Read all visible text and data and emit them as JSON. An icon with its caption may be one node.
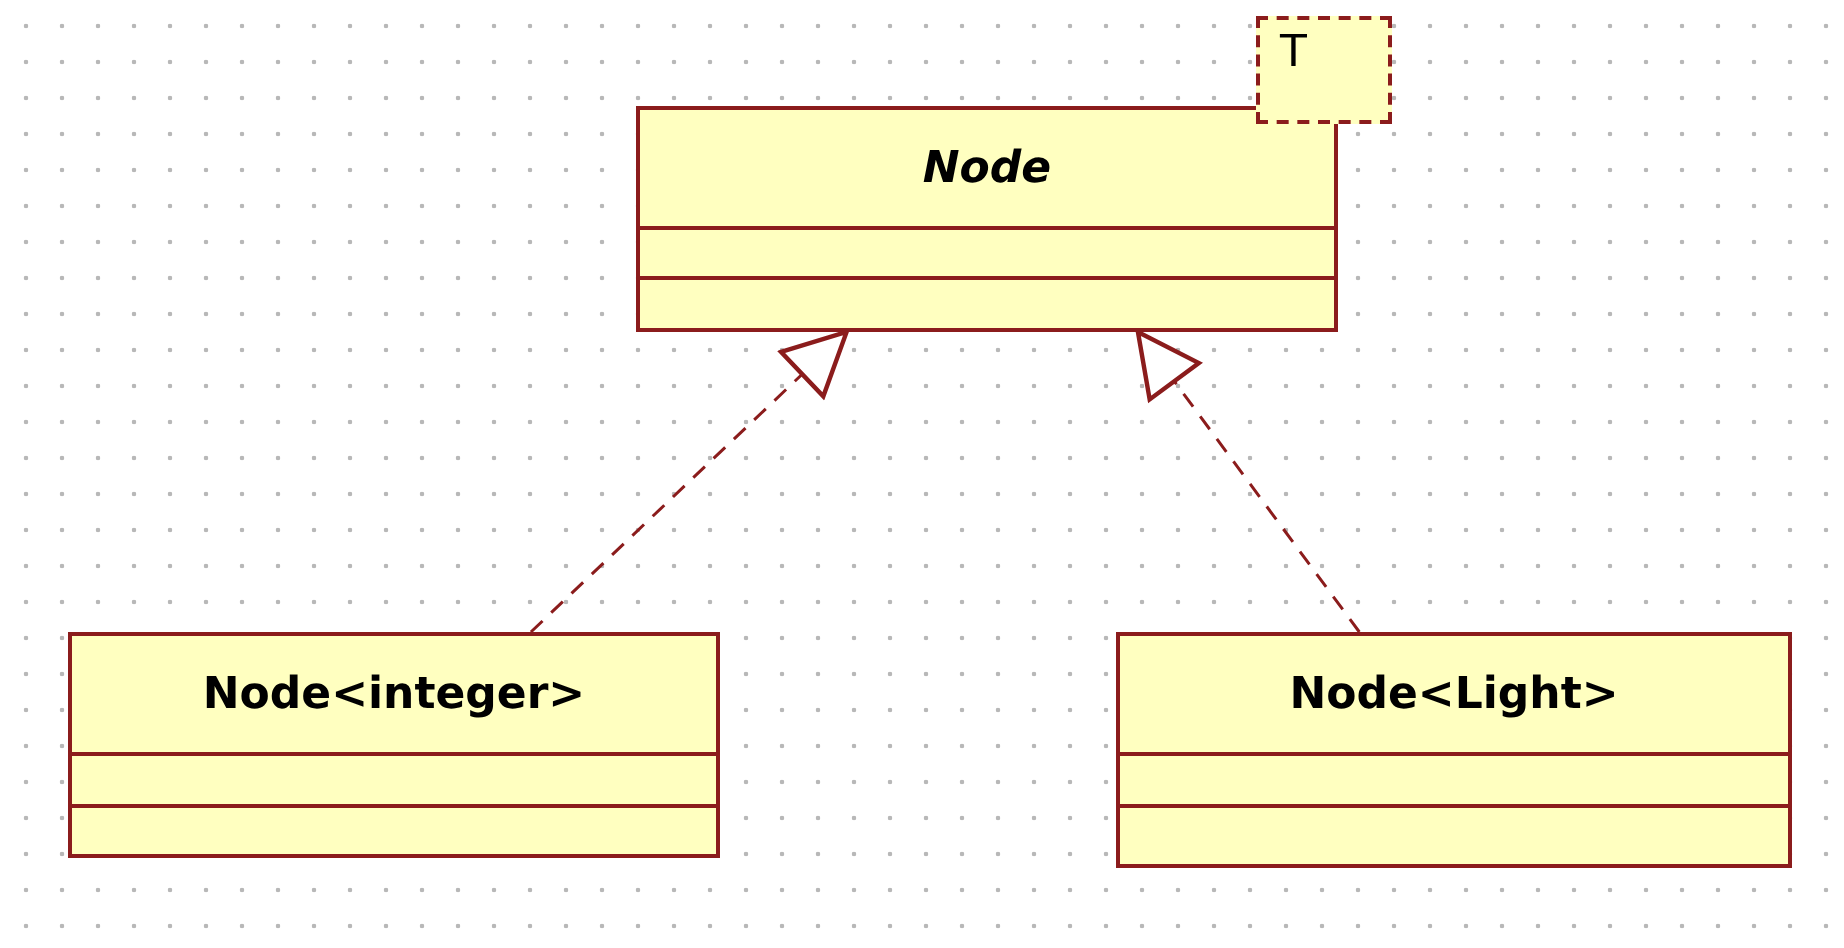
{
  "diagram": {
    "nodes": [
      {
        "text": [
          "Node"
        ]
      },
      {
        "text": [
          "T"
        ]
      },
      {
        "text": [
          "Node<integer>"
        ]
      },
      {
        "text": [
          "Node<Light>"
        ]
      }
    ],
    "edges": [
      {
        "from": 2,
        "to": 0,
        "arrow": "to",
        "style": "dashed"
      },
      {
        "from": 3,
        "to": 0,
        "arrow": "to",
        "style": "dashed"
      }
    ]
  }
}
